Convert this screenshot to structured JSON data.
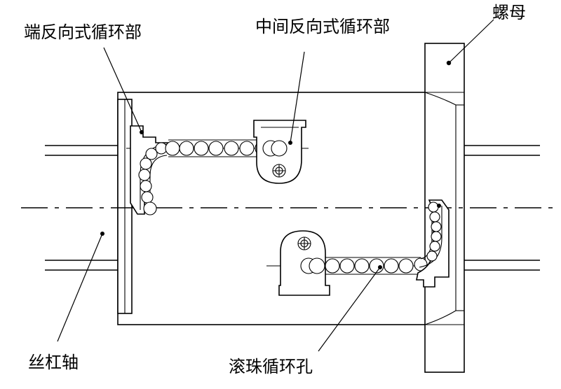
{
  "labels": {
    "end_return": "端反向式循环部",
    "middle_return": "中间反向式循环部",
    "nut": "螺母",
    "screw_shaft": "丝杠轴",
    "ball_return_hole": "滚珠循环孔"
  }
}
